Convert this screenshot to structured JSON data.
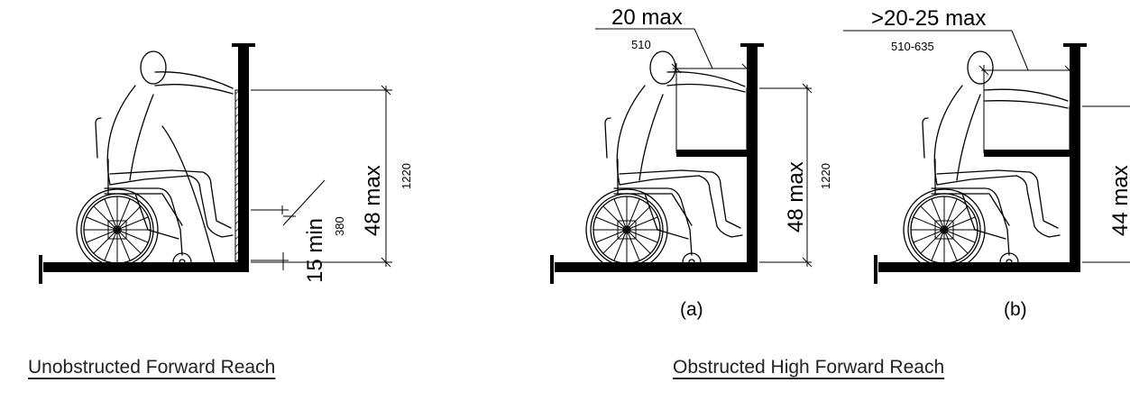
{
  "captions": {
    "unobstructed": "Unobstructed Forward Reach",
    "obstructed": "Obstructed High Forward Reach"
  },
  "fig1": {
    "height_in": "48 max",
    "height_mm": "1220",
    "low_in": "15 min",
    "low_mm": "380"
  },
  "fig_a": {
    "depth_in": "20 max",
    "depth_mm": "510",
    "height_in": "48 max",
    "height_mm": "1220",
    "label": "(a)"
  },
  "fig_b": {
    "depth_in": ">20-25 max",
    "depth_mm": "510-635",
    "height_in": "44 max",
    "label": "(b)"
  }
}
